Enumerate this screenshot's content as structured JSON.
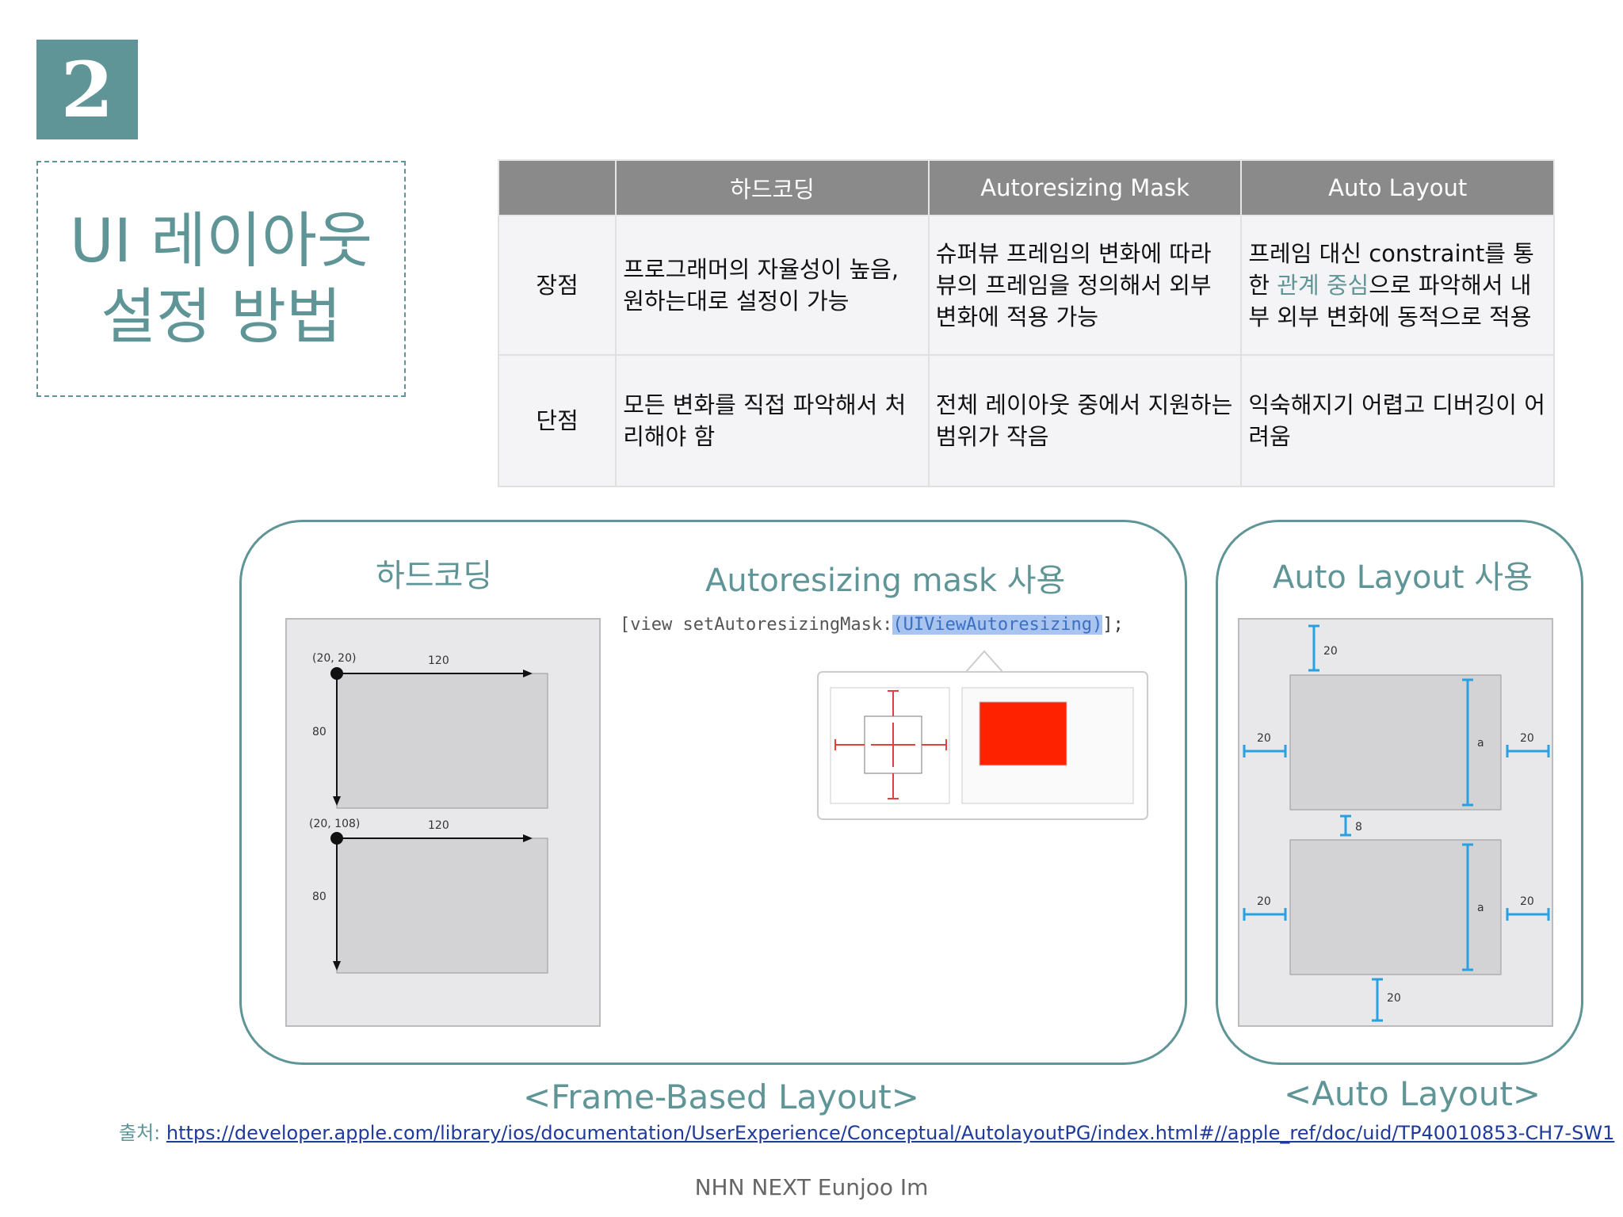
{
  "slide": {
    "number": "2",
    "title_line1": "UI 레이아웃",
    "title_line2": "설정 방법"
  },
  "table": {
    "headers": [
      "",
      "하드코딩",
      "Autoresizing Mask",
      "Auto Layout"
    ],
    "rows": [
      {
        "label": "장점",
        "hardcoding": "프로그래머의 자율성이 높음, 원하는대로 설정이 가능",
        "autoresizing": "슈퍼뷰 프레임의 변화에 따라 뷰의 프레임을 정의해서 외부 변화에 적용 가능",
        "autolayout_pre": "프레임 대신 constraint를 통한 ",
        "autolayout_accent": "관계 중심",
        "autolayout_post": "으로 파악해서 내부 외부 변화에 동적으로 적용"
      },
      {
        "label": "단점",
        "hardcoding": "모든 변화를 직접 파악해서 처리해야 함",
        "autoresizing": "전체 레이아웃 중에서 지원하는 범위가 작음",
        "autolayout": "익숙해지기 어렵고 디버깅이 어려움"
      }
    ]
  },
  "figure": {
    "hardcoding_label": "하드코딩",
    "autoresizing_label": "Autoresizing mask 사용",
    "autolayout_label": "Auto Layout 사용",
    "frame_caption": "<Frame-Based Layout>",
    "auto_caption": "<Auto Layout>",
    "code_prefix": "[view setAutoresizingMask:",
    "code_selected": "(UIViewAutoresizing)",
    "code_suffix": "];",
    "frame_top_origin": "(20, 20)",
    "frame_bottom_origin": "(20, 108)",
    "frame_width": "120",
    "frame_height": "80",
    "auto_margin": "20",
    "auto_gap": "8",
    "auto_height": "a",
    "accent_color": "#5f9596",
    "mask_red": "#ff2200",
    "guide_blue": "#2aa0e0"
  },
  "source": {
    "label": "출처: ",
    "url": "https://developer.apple.com/library/ios/documentation/UserExperience/Conceptual/AutolayoutPG/index.html#//apple_ref/doc/uid/TP40010853-CH7-SW1"
  },
  "footer": "NHN NEXT Eunjoo Im"
}
